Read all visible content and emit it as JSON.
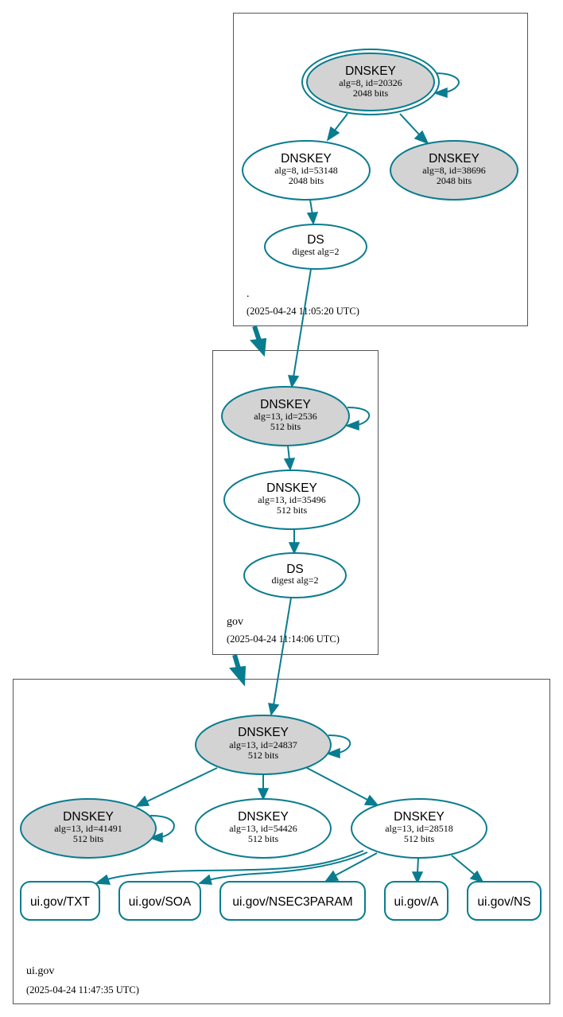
{
  "colors": {
    "edge": "#0a7c8f",
    "filled_node": "#d3d3d3",
    "node_fill": "#ffffff",
    "zone_border": "#555555"
  },
  "zones": {
    "root": {
      "name": ".",
      "timestamp": "(2025-04-24 11:05:20 UTC)"
    },
    "gov": {
      "name": "gov",
      "timestamp": "(2025-04-24 11:14:06 UTC)"
    },
    "uigov": {
      "name": "ui.gov",
      "timestamp": "(2025-04-24 11:47:35 UTC)"
    }
  },
  "nodes": {
    "root_ksk": {
      "type": "DNSKEY",
      "params": "alg=8, id=20326",
      "size": "2048 bits"
    },
    "root_zsk": {
      "type": "DNSKEY",
      "params": "alg=8, id=53148",
      "size": "2048 bits"
    },
    "root_k2": {
      "type": "DNSKEY",
      "params": "alg=8, id=38696",
      "size": "2048 bits"
    },
    "gov_ds": {
      "type": "DS",
      "params": "digest alg=2"
    },
    "gov_ksk": {
      "type": "DNSKEY",
      "params": "alg=13, id=2536",
      "size": "512 bits"
    },
    "gov_zsk": {
      "type": "DNSKEY",
      "params": "alg=13, id=35496",
      "size": "512 bits"
    },
    "ui_ds": {
      "type": "DS",
      "params": "digest alg=2"
    },
    "ui_ksk": {
      "type": "DNSKEY",
      "params": "alg=13, id=24837",
      "size": "512 bits"
    },
    "ui_k1": {
      "type": "DNSKEY",
      "params": "alg=13, id=41491",
      "size": "512 bits"
    },
    "ui_k2": {
      "type": "DNSKEY",
      "params": "alg=13, id=54426",
      "size": "512 bits"
    },
    "ui_zsk": {
      "type": "DNSKEY",
      "params": "alg=13, id=28518",
      "size": "512 bits"
    }
  },
  "records": {
    "txt": "ui.gov/TXT",
    "soa": "ui.gov/SOA",
    "nsec3param": "ui.gov/NSEC3PARAM",
    "a": "ui.gov/A",
    "ns": "ui.gov/NS"
  }
}
